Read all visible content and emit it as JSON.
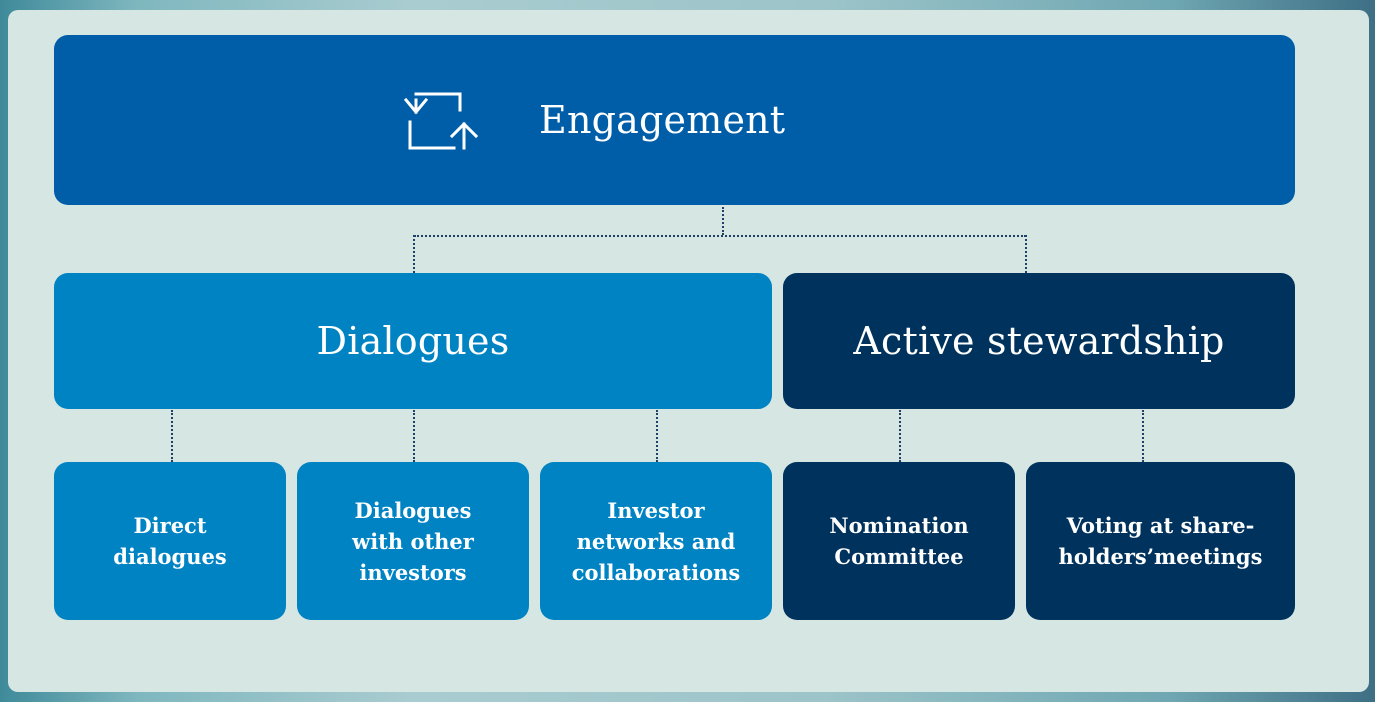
{
  "colors": {
    "engagement": "#005ea8",
    "dialogues": "#0083c3",
    "stewardship": "#00325e",
    "connector": "#1e3f66",
    "panel": "#d5e6e3"
  },
  "engagement": {
    "title": "Engagement",
    "icon": "swap-arrows-icon"
  },
  "dialogues": {
    "title": "Dialogues",
    "children": [
      "Direct\ndialogues",
      "Dialogues\nwith other\ninvestors",
      "Investor\nnetworks and\ncollaborations"
    ]
  },
  "stewardship": {
    "title": "Active stewardship",
    "children": [
      "Nomination\nCommittee",
      "Voting at share-\nholders’meetings"
    ]
  }
}
